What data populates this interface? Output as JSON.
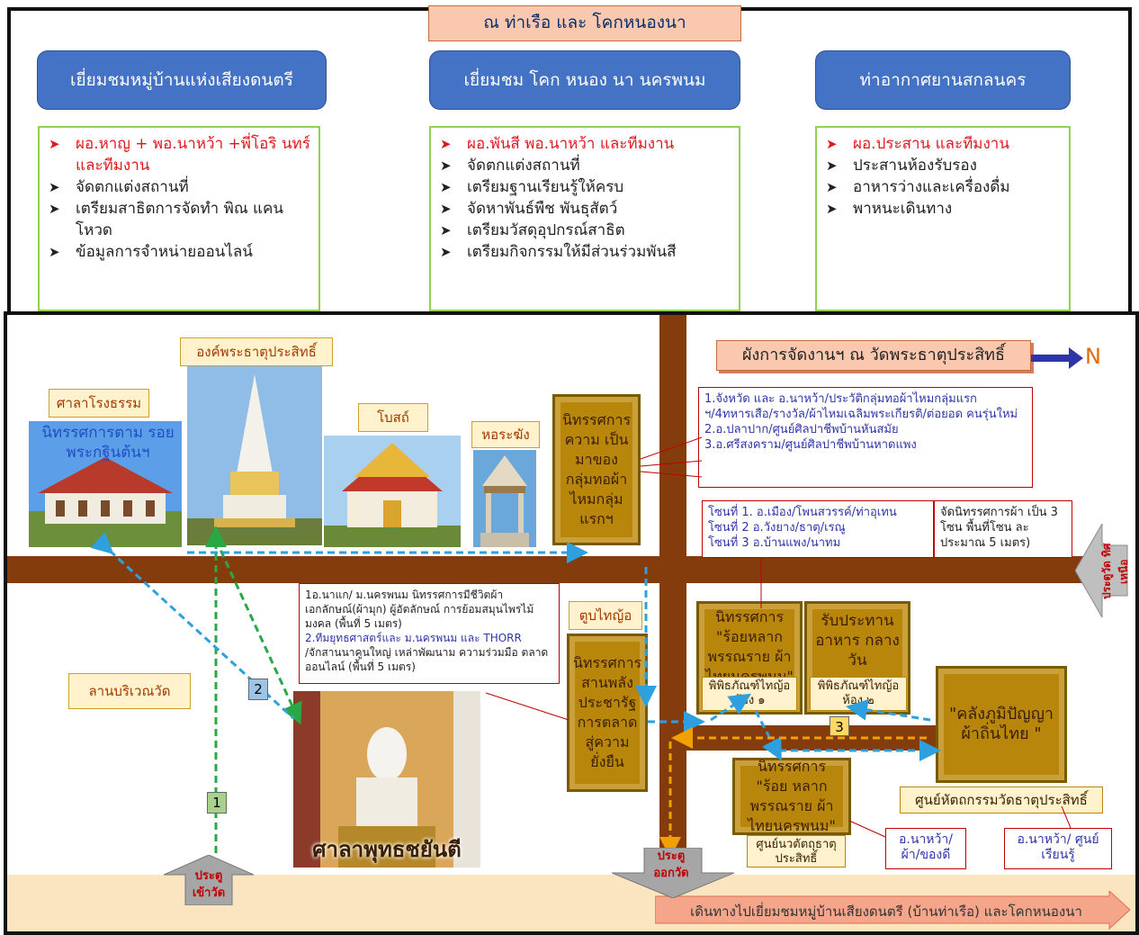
{
  "top": {
    "banner": "ณ ท่าเรือ และ โคกหนองนา",
    "columns": [
      {
        "title": "เยี่ยมชมหมู่บ้านแห่งเสียงดนตรี",
        "items": [
          {
            "text": "ผอ.หาญ + พอ.นาหว้า +พี่โอริ นทร์ และทีมงาน",
            "red": true
          },
          {
            "text": "จัดตกแต่งสถานที่",
            "red": false
          },
          {
            "text": "เตรียมสาธิตการจัดทำ พิณ แคน โหวด",
            "red": false
          },
          {
            "text": "ข้อมูลการจำหน่ายออนไลน์",
            "red": false
          }
        ]
      },
      {
        "title": "เยี่ยมชม โคก หนอง นา นครพนม",
        "items": [
          {
            "text": "ผอ.พันสี พอ.นาหว้า และทีมงาน",
            "red": true
          },
          {
            "text": "จัดตกแต่งสถานที่",
            "red": false
          },
          {
            "text": "เตรียมฐานเรียนรู้ให้ครบ",
            "red": false
          },
          {
            "text": "จัดหาพันธ์พืช พันธุสัตว์",
            "red": false
          },
          {
            "text": "เตรียมวัสดุอุปกรณ์สาธิต",
            "red": false
          },
          {
            "text": "เตรียมกิจกรรมให้มีส่วนร่วมพันสี",
            "red": false
          }
        ]
      },
      {
        "title": "ท่าอากาศยานสกลนคร",
        "items": [
          {
            "text": "ผอ.ประสาน และทีมงาน",
            "red": true
          },
          {
            "text": "ประสานห้องรับรอง",
            "red": false
          },
          {
            "text": "อาหารว่างและเครื่องดื่ม",
            "red": false
          },
          {
            "text": "พาหนะเดินทาง",
            "red": false
          }
        ]
      }
    ]
  },
  "map": {
    "title": "ผังการจัดงานฯ ณ วัดพระธาตุประสิทธิ์",
    "north": "N",
    "labels": {
      "sala": "ศาลาโรงธรรม",
      "sala_exhibit": "นิทรรศการตาม รอยพระกฐินต้นฯ",
      "phrathat": "องค์พระธาตุประสิทธิ์",
      "bot": "โบสถ์",
      "horakhang": "หอระฆัง",
      "lan": "ลานบริเวณวัด",
      "tuphai": "ตูบไทญ้อ",
      "sala_buddha": "ศาลาพุทธชยันตี",
      "gate_in": "ประตู เข้าวัด",
      "gate_out": "ประตู ออกวัด",
      "gate_north": "ประตูวัด ทิศเหนือ",
      "travel": "เดินทางไปเยี่ยมชมหมู่บ้านเสียงดนตรี (บ้านท่าเรือ) และโคกหนองนา",
      "num1": "1",
      "num2": "2",
      "num3": "3"
    },
    "boxes": {
      "history": "นิทรรศการ ความ เป็นมาของ กลุ่มทอผ้า ไหมกลุ่ม แรกฯ",
      "power": "นิทรรศการ สานพลัง ประชารัฐ การตลาด สู่ความ ยั่งยืน",
      "colorful1": "นิทรรศการ \"ร้อยหลาก พรรณราย ผ้า ไทยนครพนม\"",
      "lunch": "รับประทาน อาหาร กลางวัน",
      "colorful2": "นิทรรศการ \"ร้อย หลาก พรรณราย ผ้าไทยนครพนม\"",
      "wisdom": "\"คลังภูมิปัญญา ผ้าถิ่นไทย \"",
      "museum1": "พิพิธภัณฑ์ไทญ้อ ห้อง ๑",
      "museum2": "พิพิธภัณฑ์ไทญ้อ ห้อง ๒",
      "center_craft": "ศูนย์หัตถกรรมวัดธาตุประสิทธิ์",
      "center_innov": "ศูนย์นวตัตถุธาตุ ประสิทธิ์"
    },
    "notes": {
      "n1_line1": "1.จังหวัด และ อ.นาหว้า/ประวัติกลุ่มทอผ้าไหมกลุ่มแรก ฯ/4ทหารเสือ/รางวัล/ผ้าไหมเฉลิมพระเกียรติ/ต่อยอด คนรุ่นใหม่",
      "n1_line2": "2.อ.ปลาปาก/ศูนย์ศิลปาชีพบ้านหันสมัย",
      "n1_line3": "3.อ.ศรีสงคราม/ศูนย์ศิลปาชีพบ้านหาดแพง",
      "zones_1": "โซนที่ 1. อ.เมือง/โพนสวรรค์/ท่าอุเทน",
      "zones_2": "โซนที่ 2 อ.วังยาง/ธาตุ/เรณู",
      "zones_3": "โซนที่ 3 อ.บ้านแพง/นาทม",
      "zone_desc": "จัดนิทรรศการผ้า เป็น 3 โซน พื้นที่โซน ละประมาณ 5 เมตร)",
      "left_1": "1อ.นาแก/ ม.นครพนม นิทรรศการมีชีวิตผ้าเอกลักษณ์(ผ้ามุก) ผู้อัตลักษณ์ การย้อมสมุนไพรไม้มงคล (พื้นที่ 5 เมตร)",
      "left_2": "2.ทีมยุทธศาสตร์และ ม.นครพนม และ THORR",
      "left_3": "/จักสานนาคูนใหญ่ เหล่าพัฒนาม ความร่วมมือ ตลาดออนไลน์ (พื้นที่ 5 เมตร)",
      "naawa1": "อ.นาหว้า/ ผ้า/ของดี",
      "naawa2": "อ.นาหว้า/ ศูนย์เรียนรู้"
    }
  }
}
